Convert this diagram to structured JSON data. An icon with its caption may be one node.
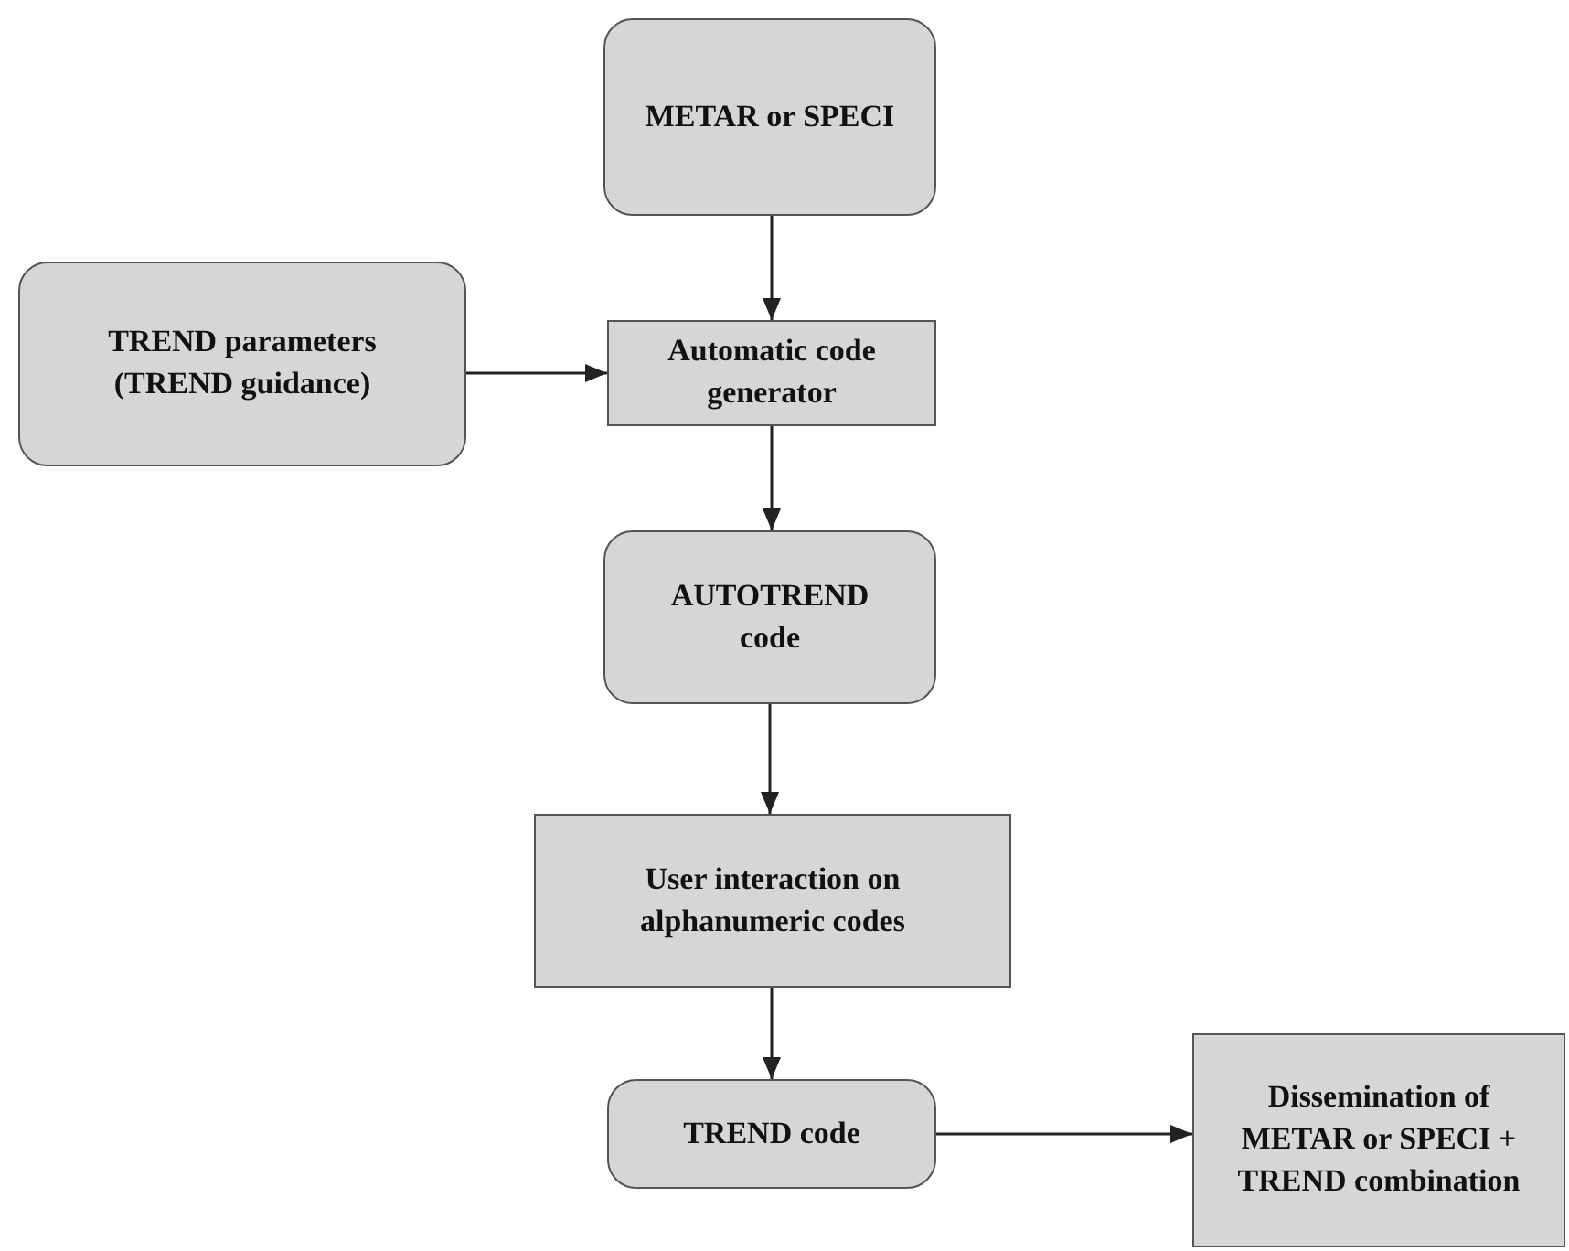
{
  "diagram": {
    "nodes": [
      {
        "text": [
          "METAR or SPECI"
        ]
      },
      {
        "text": [
          "TREND parameters (TREND guidance)"
        ]
      },
      {
        "text": [
          "Automatic code generator"
        ]
      },
      {
        "text": [
          "AUTOTREND code"
        ]
      },
      {
        "text": [
          "User interaction on alphanumeric codes"
        ]
      },
      {
        "text": [
          "TREND code"
        ]
      },
      {
        "text": [
          "Dissemination of METAR or SPECI + TREND combination"
        ]
      }
    ],
    "edges": [
      {
        "from": 0,
        "to": 2,
        "arrow": "to"
      },
      {
        "from": 1,
        "to": 2,
        "arrow": "to"
      },
      {
        "from": 2,
        "to": 3,
        "arrow": "to"
      },
      {
        "from": 3,
        "to": 4,
        "arrow": "to"
      },
      {
        "from": 4,
        "to": 5,
        "arrow": "to"
      },
      {
        "from": 5,
        "to": 6,
        "arrow": "to"
      }
    ]
  }
}
